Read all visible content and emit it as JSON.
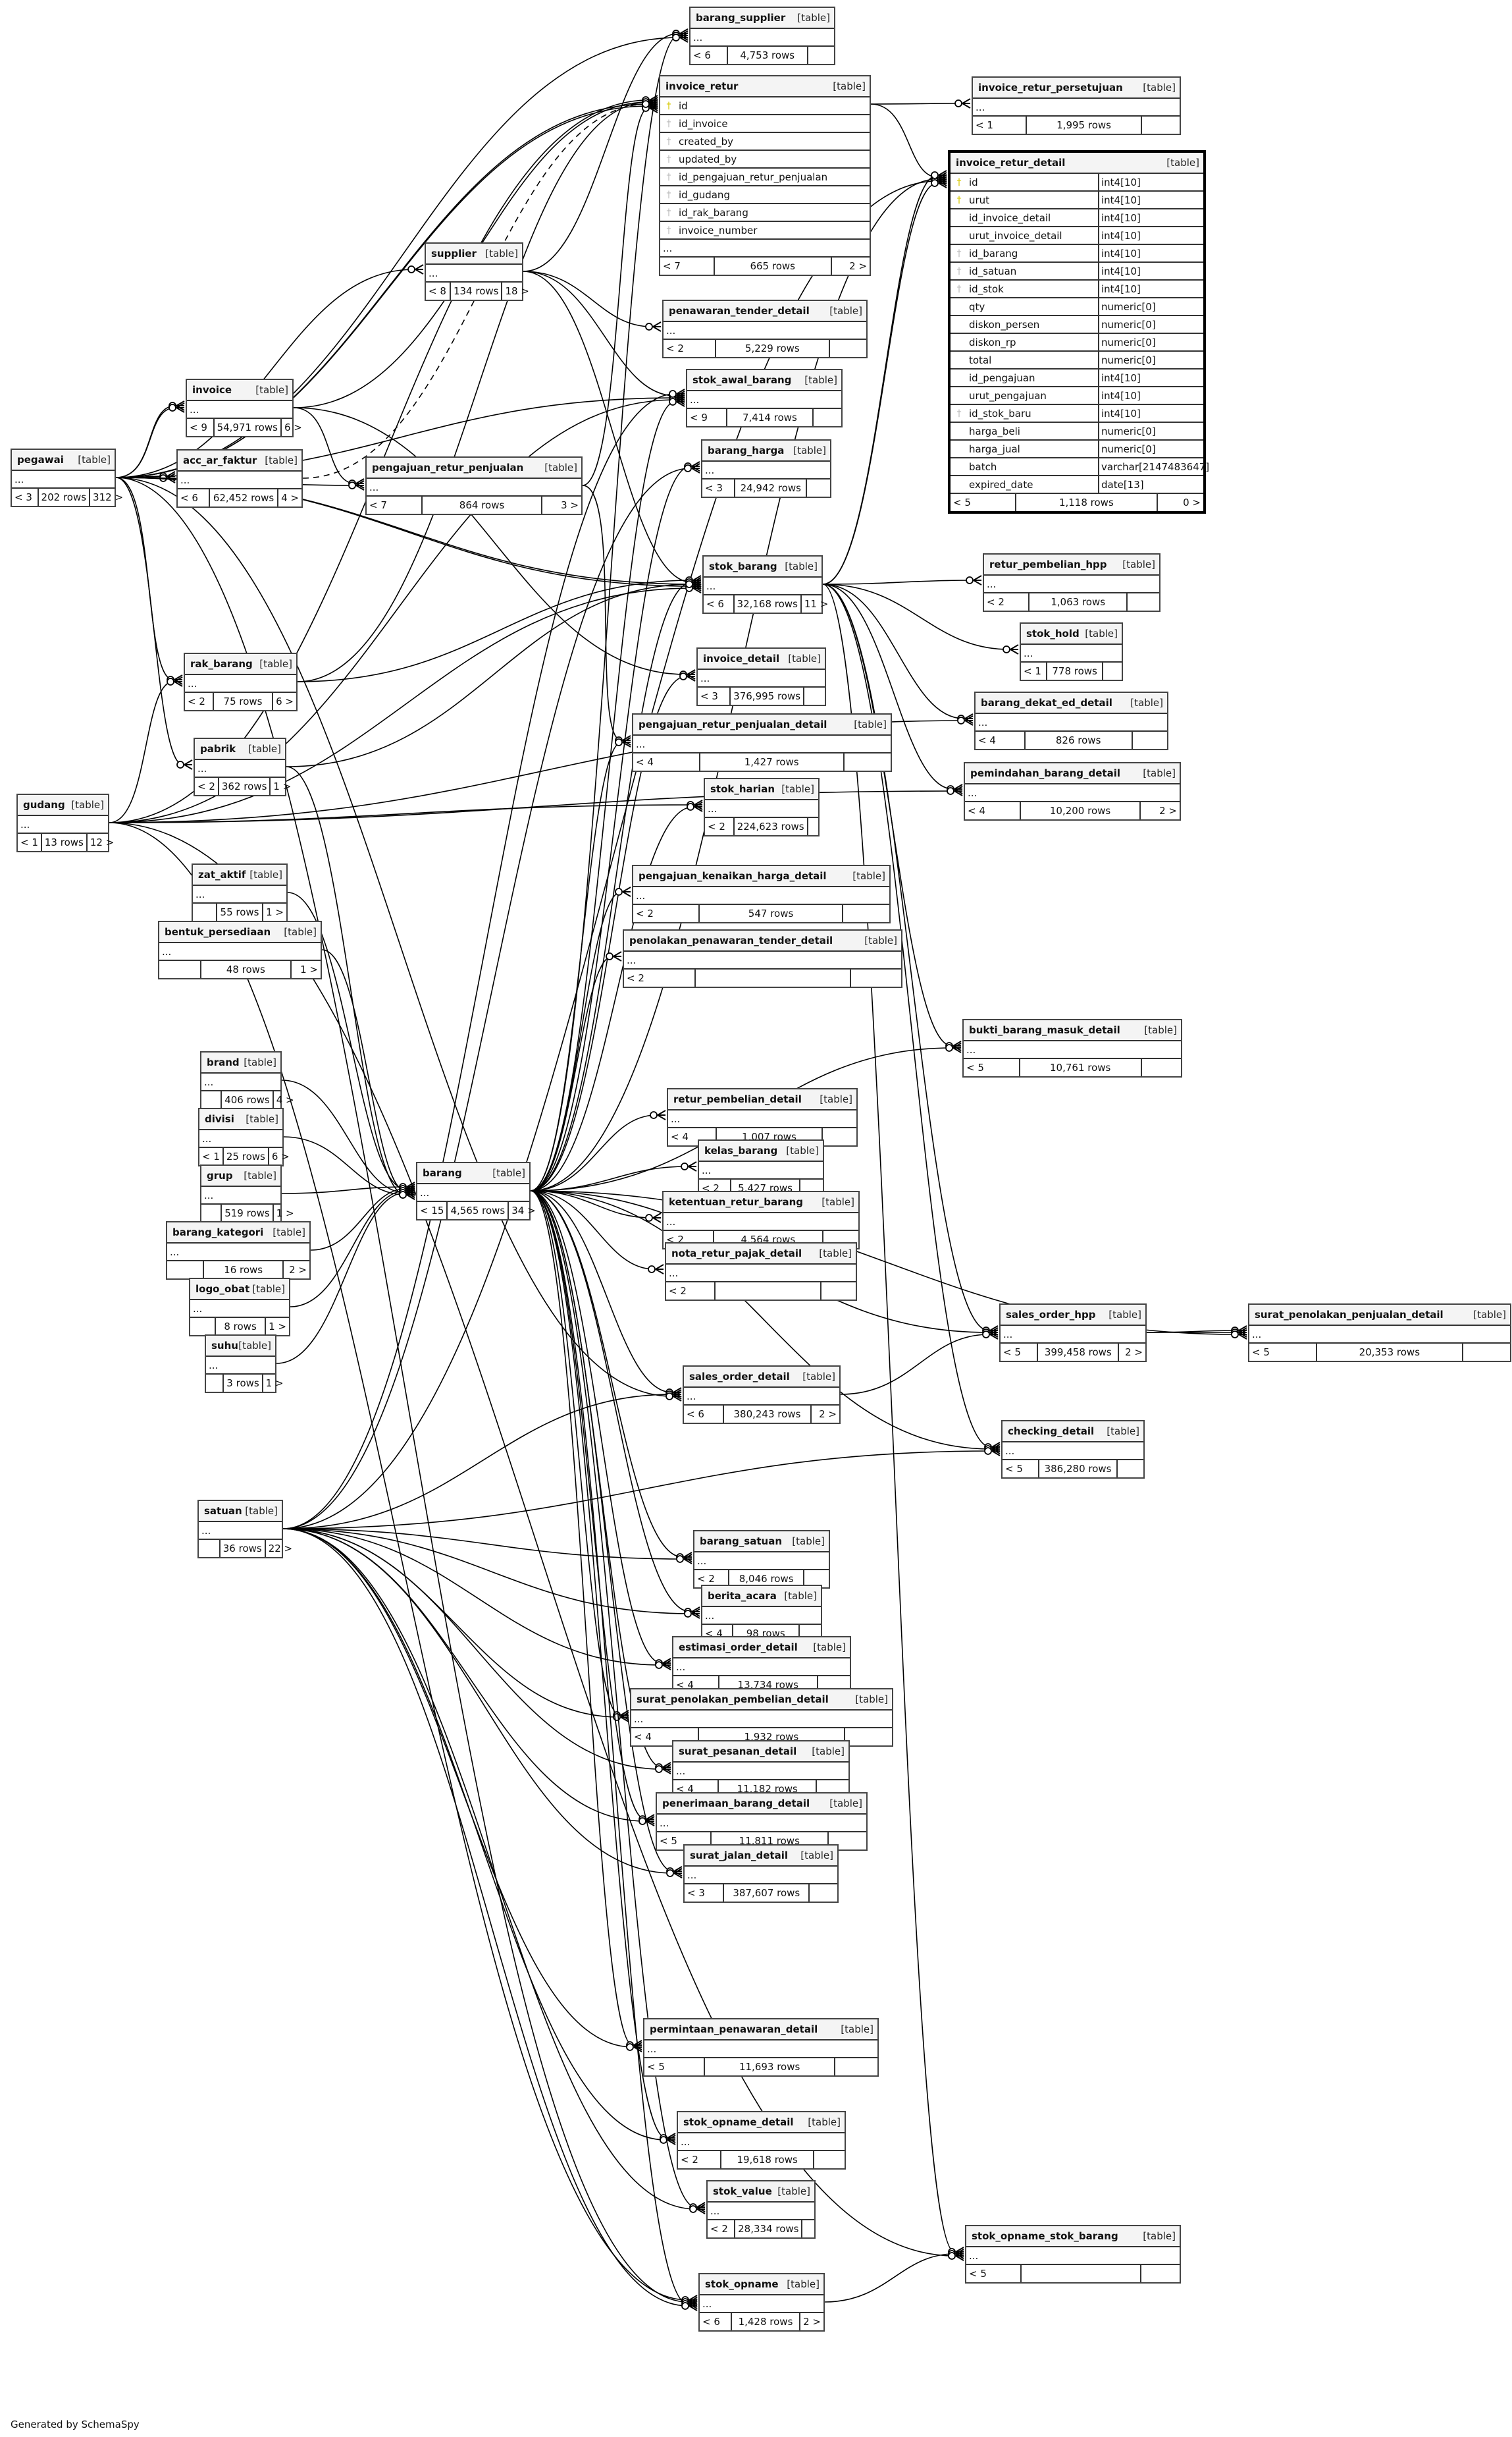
{
  "diagram": {
    "footer": "Generated by SchemaSpy",
    "ellipsis": "...",
    "type_label": "[table]",
    "focus_table": "invoice_retur_detail"
  },
  "tables": [
    {
      "name": "barang_supplier",
      "parents": "< 6",
      "rows": "4,753 rows",
      "children": ""
    },
    {
      "name": "invoice_retur",
      "parents": "< 7",
      "rows": "665 rows",
      "children": "2 >",
      "columns": [
        {
          "name": "id",
          "key": "pk"
        },
        {
          "name": "id_invoice",
          "key": "fk"
        },
        {
          "name": "created_by",
          "key": "fk"
        },
        {
          "name": "updated_by",
          "key": "fk"
        },
        {
          "name": "id_pengajuan_retur_penjualan",
          "key": "fk"
        },
        {
          "name": "id_gudang",
          "key": "fk"
        },
        {
          "name": "id_rak_barang",
          "key": "fk"
        },
        {
          "name": "invoice_number",
          "key": "fk"
        }
      ],
      "has_ellipsis": true
    },
    {
      "name": "invoice_retur_persetujuan",
      "parents": "< 1",
      "rows": "1,995 rows",
      "children": ""
    },
    {
      "name": "invoice_retur_detail",
      "parents": "< 5",
      "rows": "1,118 rows",
      "children": "0 >",
      "columns": [
        {
          "name": "id",
          "key": "pk",
          "type": "int4[10]"
        },
        {
          "name": "urut",
          "key": "pk",
          "type": "int4[10]"
        },
        {
          "name": "id_invoice_detail",
          "key": "none",
          "type": "int4[10]"
        },
        {
          "name": "urut_invoice_detail",
          "key": "none",
          "type": "int4[10]"
        },
        {
          "name": "id_barang",
          "key": "fk",
          "type": "int4[10]"
        },
        {
          "name": "id_satuan",
          "key": "fk",
          "type": "int4[10]"
        },
        {
          "name": "id_stok",
          "key": "fk",
          "type": "int4[10]"
        },
        {
          "name": "qty",
          "key": "none",
          "type": "numeric[0]"
        },
        {
          "name": "diskon_persen",
          "key": "none",
          "type": "numeric[0]"
        },
        {
          "name": "diskon_rp",
          "key": "none",
          "type": "numeric[0]"
        },
        {
          "name": "total",
          "key": "none",
          "type": "numeric[0]"
        },
        {
          "name": "id_pengajuan",
          "key": "none",
          "type": "int4[10]"
        },
        {
          "name": "urut_pengajuan",
          "key": "none",
          "type": "int4[10]"
        },
        {
          "name": "id_stok_baru",
          "key": "fk",
          "type": "int4[10]"
        },
        {
          "name": "harga_beli",
          "key": "none",
          "type": "numeric[0]"
        },
        {
          "name": "harga_jual",
          "key": "none",
          "type": "numeric[0]"
        },
        {
          "name": "batch",
          "key": "none",
          "type": "varchar[2147483647]"
        },
        {
          "name": "expired_date",
          "key": "none",
          "type": "date[13]"
        }
      ],
      "has_ellipsis": false
    },
    {
      "name": "supplier",
      "parents": "< 8",
      "rows": "134 rows",
      "children": "18 >"
    },
    {
      "name": "penawaran_tender_detail",
      "parents": "< 2",
      "rows": "5,229 rows",
      "children": ""
    },
    {
      "name": "stok_awal_barang",
      "parents": "< 9",
      "rows": "7,414 rows",
      "children": ""
    },
    {
      "name": "barang_harga",
      "parents": "< 3",
      "rows": "24,942 rows",
      "children": ""
    },
    {
      "name": "invoice",
      "parents": "< 9",
      "rows": "54,971 rows",
      "children": "6 >"
    },
    {
      "name": "acc_ar_faktur",
      "parents": "< 6",
      "rows": "62,452 rows",
      "children": "4 >"
    },
    {
      "name": "pegawai",
      "parents": "< 3",
      "rows": "202 rows",
      "children": "312 >"
    },
    {
      "name": "pengajuan_retur_penjualan",
      "parents": "< 7",
      "rows": "864 rows",
      "children": "3 >"
    },
    {
      "name": "stok_barang",
      "parents": "< 6",
      "rows": "32,168 rows",
      "children": "11 >"
    },
    {
      "name": "retur_pembelian_hpp",
      "parents": "< 2",
      "rows": "1,063 rows",
      "children": ""
    },
    {
      "name": "stok_hold",
      "parents": "< 1",
      "rows": "778 rows",
      "children": ""
    },
    {
      "name": "invoice_detail",
      "parents": "< 3",
      "rows": "376,995 rows",
      "children": ""
    },
    {
      "name": "rak_barang",
      "parents": "< 2",
      "rows": "75 rows",
      "children": "6 >"
    },
    {
      "name": "barang_dekat_ed_detail",
      "parents": "< 4",
      "rows": "826 rows",
      "children": ""
    },
    {
      "name": "pengajuan_retur_penjualan_detail",
      "parents": "< 4",
      "rows": "1,427 rows",
      "children": ""
    },
    {
      "name": "pemindahan_barang_detail",
      "parents": "< 4",
      "rows": "10,200 rows",
      "children": "2 >"
    },
    {
      "name": "pabrik",
      "parents": "< 2",
      "rows": "362 rows",
      "children": "1 >"
    },
    {
      "name": "stok_harian",
      "parents": "< 2",
      "rows": "224,623 rows",
      "children": ""
    },
    {
      "name": "gudang",
      "parents": "< 1",
      "rows": "13 rows",
      "children": "12 >"
    },
    {
      "name": "pengajuan_kenaikan_harga_detail",
      "parents": "< 2",
      "rows": "547 rows",
      "children": ""
    },
    {
      "name": "zat_aktif",
      "parents": "",
      "rows": "55 rows",
      "children": "1 >"
    },
    {
      "name": "penolakan_penawaran_tender_detail",
      "parents": "< 2",
      "rows": "",
      "children": ""
    },
    {
      "name": "bentuk_persediaan",
      "parents": "",
      "rows": "48 rows",
      "children": "1 >"
    },
    {
      "name": "bukti_barang_masuk_detail",
      "parents": "< 5",
      "rows": "10,761 rows",
      "children": ""
    },
    {
      "name": "brand",
      "parents": "",
      "rows": "406 rows",
      "children": "4 >"
    },
    {
      "name": "divisi",
      "parents": "< 1",
      "rows": "25 rows",
      "children": "6 >"
    },
    {
      "name": "grup",
      "parents": "",
      "rows": "519 rows",
      "children": "1 >"
    },
    {
      "name": "barang_kategori",
      "parents": "",
      "rows": "16 rows",
      "children": "2 >"
    },
    {
      "name": "logo_obat",
      "parents": "",
      "rows": "8 rows",
      "children": "1 >"
    },
    {
      "name": "suhu",
      "parents": "",
      "rows": "3 rows",
      "children": "1 >"
    },
    {
      "name": "barang",
      "parents": "< 15",
      "rows": "4,565 rows",
      "children": "34 >"
    },
    {
      "name": "retur_pembelian_detail",
      "parents": "< 4",
      "rows": "1,007 rows",
      "children": ""
    },
    {
      "name": "kelas_barang",
      "parents": "< 2",
      "rows": "5,427 rows",
      "children": ""
    },
    {
      "name": "ketentuan_retur_barang",
      "parents": "< 2",
      "rows": "4,564 rows",
      "children": ""
    },
    {
      "name": "nota_retur_pajak_detail",
      "parents": "< 2",
      "rows": "",
      "children": ""
    },
    {
      "name": "sales_order_hpp",
      "parents": "< 5",
      "rows": "399,458 rows",
      "children": "2 >"
    },
    {
      "name": "surat_penolakan_penjualan_detail",
      "parents": "< 5",
      "rows": "20,353 rows",
      "children": ""
    },
    {
      "name": "checking_detail",
      "parents": "< 5",
      "rows": "386,280 rows",
      "children": ""
    },
    {
      "name": "satuan",
      "parents": "",
      "rows": "36 rows",
      "children": "22 >"
    },
    {
      "name": "sales_order_detail",
      "parents": "< 6",
      "rows": "380,243 rows",
      "children": "2 >"
    },
    {
      "name": "barang_satuan",
      "parents": "< 2",
      "rows": "8,046 rows",
      "children": ""
    },
    {
      "name": "berita_acara",
      "parents": "< 4",
      "rows": "98 rows",
      "children": ""
    },
    {
      "name": "estimasi_order_detail",
      "parents": "< 4",
      "rows": "13,734 rows",
      "children": ""
    },
    {
      "name": "surat_penolakan_pembelian_detail",
      "parents": "< 4",
      "rows": "1,932 rows",
      "children": ""
    },
    {
      "name": "surat_pesanan_detail",
      "parents": "< 4",
      "rows": "11,182 rows",
      "children": ""
    },
    {
      "name": "penerimaan_barang_detail",
      "parents": "< 5",
      "rows": "11,811 rows",
      "children": ""
    },
    {
      "name": "surat_jalan_detail",
      "parents": "< 3",
      "rows": "387,607 rows",
      "children": ""
    },
    {
      "name": "permintaan_penawaran_detail",
      "parents": "< 5",
      "rows": "11,693 rows",
      "children": ""
    },
    {
      "name": "stok_opname_detail",
      "parents": "< 2",
      "rows": "19,618 rows",
      "children": ""
    },
    {
      "name": "stok_value",
      "parents": "< 2",
      "rows": "28,334 rows",
      "children": ""
    },
    {
      "name": "stok_opname_stok_barang",
      "parents": "< 5",
      "rows": "",
      "children": ""
    },
    {
      "name": "stok_opname",
      "parents": "< 6",
      "rows": "1,428 rows",
      "children": "2 >"
    }
  ],
  "relationships": [
    [
      "invoice_retur",
      "invoice_retur_persetujuan"
    ],
    [
      "invoice_retur",
      "invoice_retur_detail"
    ],
    [
      "invoice",
      "invoice_retur"
    ],
    [
      "pegawai",
      "invoice_retur"
    ],
    [
      "pegawai",
      "invoice_retur"
    ],
    [
      "pengajuan_retur_penjualan",
      "invoice_retur"
    ],
    [
      "gudang",
      "invoice_retur"
    ],
    [
      "rak_barang",
      "invoice_retur"
    ],
    [
      "acc_ar_faktur",
      "invoice_retur",
      "dashed"
    ],
    [
      "barang",
      "invoice_retur_detail"
    ],
    [
      "satuan",
      "invoice_retur_detail"
    ],
    [
      "stok_barang",
      "invoice_retur_detail"
    ],
    [
      "stok_barang",
      "invoice_retur_detail"
    ],
    [
      "supplier",
      "barang_supplier"
    ],
    [
      "barang",
      "barang_supplier"
    ],
    [
      "pegawai",
      "barang_supplier"
    ],
    [
      "pegawai",
      "supplier"
    ],
    [
      "supplier",
      "penawaran_tender_detail"
    ],
    [
      "supplier",
      "stok_awal_barang"
    ],
    [
      "supplier",
      "stok_barang"
    ],
    [
      "pegawai",
      "stok_awal_barang"
    ],
    [
      "gudang",
      "stok_awal_barang"
    ],
    [
      "barang",
      "stok_awal_barang"
    ],
    [
      "satuan",
      "stok_awal_barang"
    ],
    [
      "barang",
      "barang_harga"
    ],
    [
      "satuan",
      "barang_harga"
    ],
    [
      "pegawai",
      "invoice"
    ],
    [
      "pegawai",
      "invoice"
    ],
    [
      "pegawai",
      "acc_ar_faktur"
    ],
    [
      "pegawai",
      "acc_ar_faktur"
    ],
    [
      "invoice",
      "pengajuan_retur_penjualan"
    ],
    [
      "pegawai",
      "pengajuan_retur_penjualan"
    ],
    [
      "invoice",
      "invoice_detail"
    ],
    [
      "pegawai",
      "stok_barang"
    ],
    [
      "pegawai",
      "stok_barang"
    ],
    [
      "gudang",
      "stok_barang"
    ],
    [
      "rak_barang",
      "stok_barang"
    ],
    [
      "barang",
      "stok_barang"
    ],
    [
      "pabrik",
      "stok_barang"
    ],
    [
      "stok_barang",
      "retur_pembelian_hpp"
    ],
    [
      "stok_barang",
      "stok_hold"
    ],
    [
      "stok_barang",
      "barang_dekat_ed_detail"
    ],
    [
      "stok_barang",
      "pemindahan_barang_detail"
    ],
    [
      "stok_barang",
      "bukti_barang_masuk_detail"
    ],
    [
      "stok_barang",
      "sales_order_hpp"
    ],
    [
      "stok_barang",
      "checking_detail"
    ],
    [
      "stok_barang",
      "stok_opname_stok_barang"
    ],
    [
      "barang",
      "invoice_detail"
    ],
    [
      "pengajuan_retur_penjualan",
      "pengajuan_retur_penjualan_detail"
    ],
    [
      "barang",
      "pengajuan_retur_penjualan_detail"
    ],
    [
      "pegawai",
      "rak_barang"
    ],
    [
      "gudang",
      "rak_barang"
    ],
    [
      "pegawai",
      "pabrik"
    ],
    [
      "gudang",
      "stok_harian"
    ],
    [
      "barang",
      "stok_harian"
    ],
    [
      "barang",
      "pengajuan_kenaikan_harga_detail"
    ],
    [
      "barang",
      "penolakan_penawaran_tender_detail"
    ],
    [
      "gudang",
      "barang_dekat_ed_detail"
    ],
    [
      "gudang",
      "pemindahan_barang_detail"
    ],
    [
      "barang",
      "bukti_barang_masuk_detail"
    ],
    [
      "zat_aktif",
      "barang"
    ],
    [
      "bentuk_persediaan",
      "barang"
    ],
    [
      "brand",
      "barang"
    ],
    [
      "divisi",
      "barang"
    ],
    [
      "grup",
      "barang"
    ],
    [
      "barang_kategori",
      "barang"
    ],
    [
      "logo_obat",
      "barang"
    ],
    [
      "suhu",
      "barang"
    ],
    [
      "pabrik",
      "barang"
    ],
    [
      "barang",
      "retur_pembelian_detail"
    ],
    [
      "barang",
      "kelas_barang"
    ],
    [
      "barang",
      "ketentuan_retur_barang"
    ],
    [
      "barang",
      "nota_retur_pajak_detail"
    ],
    [
      "barang",
      "sales_order_hpp"
    ],
    [
      "sales_order_detail",
      "sales_order_hpp"
    ],
    [
      "sales_order_hpp",
      "surat_penolakan_penjualan_detail"
    ],
    [
      "sales_order_hpp",
      "surat_penolakan_penjualan_detail"
    ],
    [
      "barang",
      "surat_penolakan_penjualan_detail"
    ],
    [
      "barang",
      "checking_detail"
    ],
    [
      "satuan",
      "checking_detail"
    ],
    [
      "barang",
      "sales_order_detail"
    ],
    [
      "satuan",
      "sales_order_detail"
    ],
    [
      "barang",
      "barang_satuan"
    ],
    [
      "satuan",
      "barang_satuan"
    ],
    [
      "barang",
      "berita_acara"
    ],
    [
      "satuan",
      "berita_acara"
    ],
    [
      "barang",
      "estimasi_order_detail"
    ],
    [
      "satuan",
      "estimasi_order_detail"
    ],
    [
      "barang",
      "surat_penolakan_pembelian_detail"
    ],
    [
      "satuan",
      "surat_penolakan_pembelian_detail"
    ],
    [
      "barang",
      "surat_pesanan_detail"
    ],
    [
      "satuan",
      "surat_pesanan_detail"
    ],
    [
      "barang",
      "penerimaan_barang_detail"
    ],
    [
      "satuan",
      "penerimaan_barang_detail"
    ],
    [
      "barang",
      "surat_jalan_detail"
    ],
    [
      "satuan",
      "surat_jalan_detail"
    ],
    [
      "barang",
      "permintaan_penawaran_detail"
    ],
    [
      "satuan",
      "permintaan_penawaran_detail"
    ],
    [
      "barang",
      "stok_opname_detail"
    ],
    [
      "satuan",
      "stok_opname_detail"
    ],
    [
      "barang",
      "stok_value"
    ],
    [
      "satuan",
      "stok_value"
    ],
    [
      "stok_opname",
      "stok_opname_stok_barang"
    ],
    [
      "gudang",
      "stok_opname"
    ],
    [
      "pegawai",
      "stok_opname"
    ],
    [
      "barang",
      "stok_opname"
    ],
    [
      "satuan",
      "stok_opname"
    ],
    [
      "gudang",
      "stok_opname_stok_barang"
    ],
    [
      "pegawai",
      "sales_order_detail"
    ]
  ]
}
